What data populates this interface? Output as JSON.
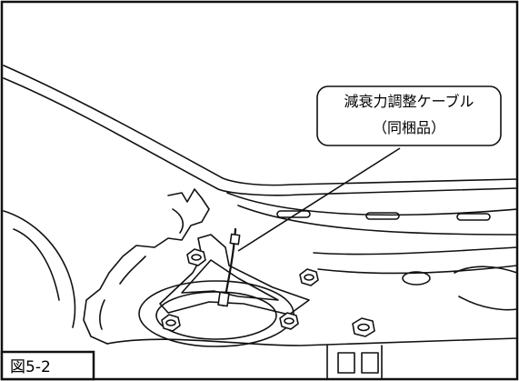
{
  "callout": {
    "line1": "減衰力調整ケーブル",
    "line2": "（同梱品）"
  },
  "figure_label": "図5-2",
  "colors": {
    "ink": "#000000",
    "paper": "#ffffff",
    "frame": "#111111"
  }
}
